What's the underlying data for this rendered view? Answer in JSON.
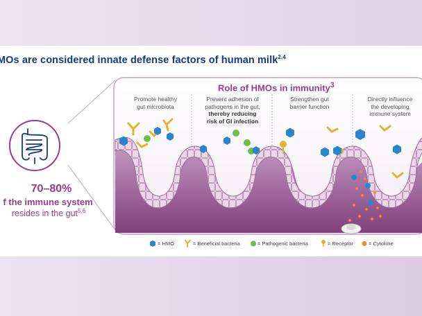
{
  "headline": {
    "text": "MOs are considered innate defense factors of human milk",
    "sup": "2,4"
  },
  "stat": {
    "number": "70–80%",
    "title": "f the immune system",
    "sub": "resides in the gut",
    "sub_sup": "5,6"
  },
  "role": {
    "text": "Role of HMOs in immunity",
    "sup": "3"
  },
  "columns": [
    {
      "line1": "Promote healthy",
      "line2": "gut microbiota",
      "line3": "",
      "line4": ""
    },
    {
      "line1": "Prevent adhesion of",
      "line2": "pathogens in the gut,",
      "line3": "thereby reducing",
      "line4": "risk of GI infection"
    },
    {
      "line1": "Strengthen gut",
      "line2": "barrier function",
      "line3": "",
      "line4": ""
    },
    {
      "line1": "Directly influence",
      "line2": "the developing",
      "line3": "immune system",
      "line4": ""
    }
  ],
  "legend": [
    {
      "label": "= HMO",
      "icon": "hmo-icon"
    },
    {
      "label": "= Beneficial bacteria",
      "icon": "beneficial-bacteria-icon"
    },
    {
      "label": "= Pathogenic bacteria",
      "icon": "pathogenic-bacteria-icon"
    },
    {
      "label": "= Receptor",
      "icon": "receptor-icon"
    },
    {
      "label": "= Cytokine",
      "icon": "cytokine-icon"
    }
  ],
  "colors": {
    "navy": "#133a7c",
    "magenta": "#9a3c8e",
    "hmo": "#2a86c9",
    "beneficial": "#e0b331",
    "pathogenic": "#6cc04a",
    "cytokine": "#f08a2a",
    "tissue": "#ead3e6"
  }
}
